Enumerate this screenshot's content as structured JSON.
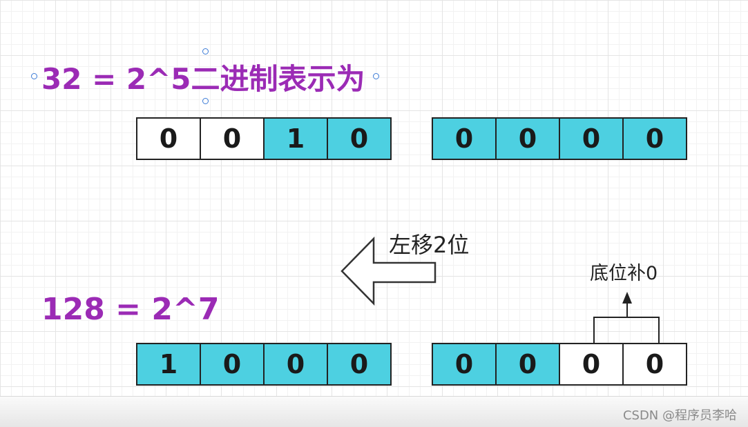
{
  "title_top": "32 = 2^5二进制表示为",
  "title_bottom": "128 = 2^7",
  "shift_label": "左移2位",
  "fill_label": "底位补0",
  "watermark": "CSDN @程序员李哈",
  "colors": {
    "text_accent": "#9b2bb5",
    "cell_on": "#4dd0e1",
    "cell_off": "#ffffff"
  },
  "rows": {
    "top_left": [
      {
        "v": "0",
        "on": false
      },
      {
        "v": "0",
        "on": false
      },
      {
        "v": "1",
        "on": true
      },
      {
        "v": "0",
        "on": true
      }
    ],
    "top_right": [
      {
        "v": "0",
        "on": true
      },
      {
        "v": "0",
        "on": true
      },
      {
        "v": "0",
        "on": true
      },
      {
        "v": "0",
        "on": true
      }
    ],
    "bottom_left": [
      {
        "v": "1",
        "on": true
      },
      {
        "v": "0",
        "on": true
      },
      {
        "v": "0",
        "on": true
      },
      {
        "v": "0",
        "on": true
      }
    ],
    "bottom_right": [
      {
        "v": "0",
        "on": true
      },
      {
        "v": "0",
        "on": true
      },
      {
        "v": "0",
        "on": false
      },
      {
        "v": "0",
        "on": false
      }
    ]
  }
}
